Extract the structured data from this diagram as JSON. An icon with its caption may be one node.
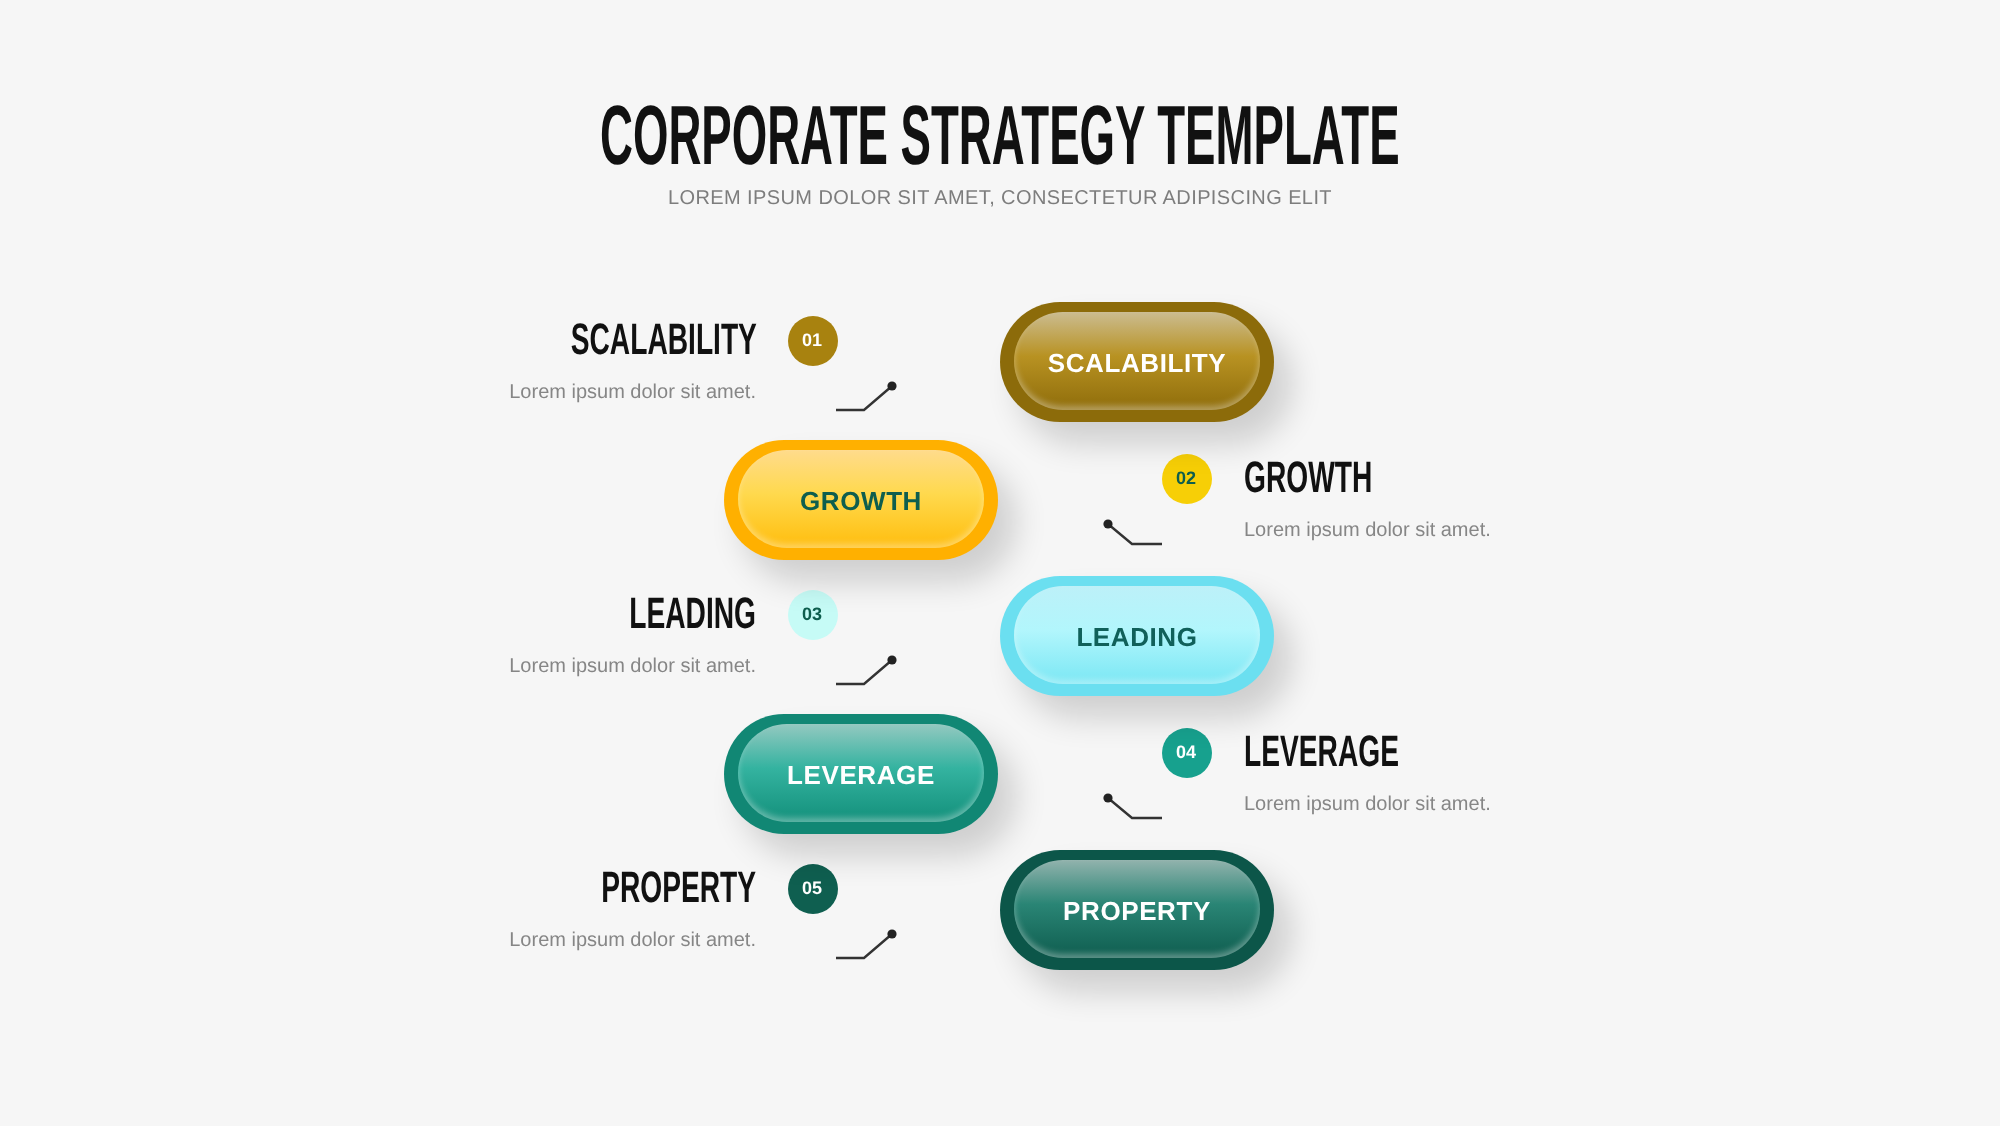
{
  "diagram": {
    "title": "CORPORATE STRATEGY TEMPLATE",
    "nodes": [
      {
        "text": [
          "01"
        ],
        "beside": [
          "SCALABILITY",
          "Lorem ipsum dolor sit amet."
        ]
      },
      {
        "text": [
          "SCALABILITY"
        ]
      },
      {
        "text": [
          "GROWTH"
        ]
      },
      {
        "text": [
          "02"
        ],
        "beside": [
          "GROWTH",
          "Lorem ipsum dolor sit amet."
        ]
      },
      {
        "text": [
          "03"
        ],
        "beside": [
          "LEADING",
          "Lorem ipsum dolor sit amet."
        ]
      },
      {
        "text": [
          "LEADING"
        ]
      },
      {
        "text": [
          "LEVERAGE"
        ]
      },
      {
        "text": [
          "04"
        ],
        "beside": [
          "LEVERAGE",
          "Lorem ipsum dolor sit amet."
        ]
      },
      {
        "text": [
          "05"
        ],
        "beside": [
          "PROPERTY",
          "Lorem ipsum dolor sit amet."
        ]
      },
      {
        "text": [
          "PROPERTY"
        ]
      }
    ],
    "labels": [
      "LOREM IPSUM DOLOR SIT AMET, CONSECTETUR ADIPISCING ELIT"
    ]
  }
}
